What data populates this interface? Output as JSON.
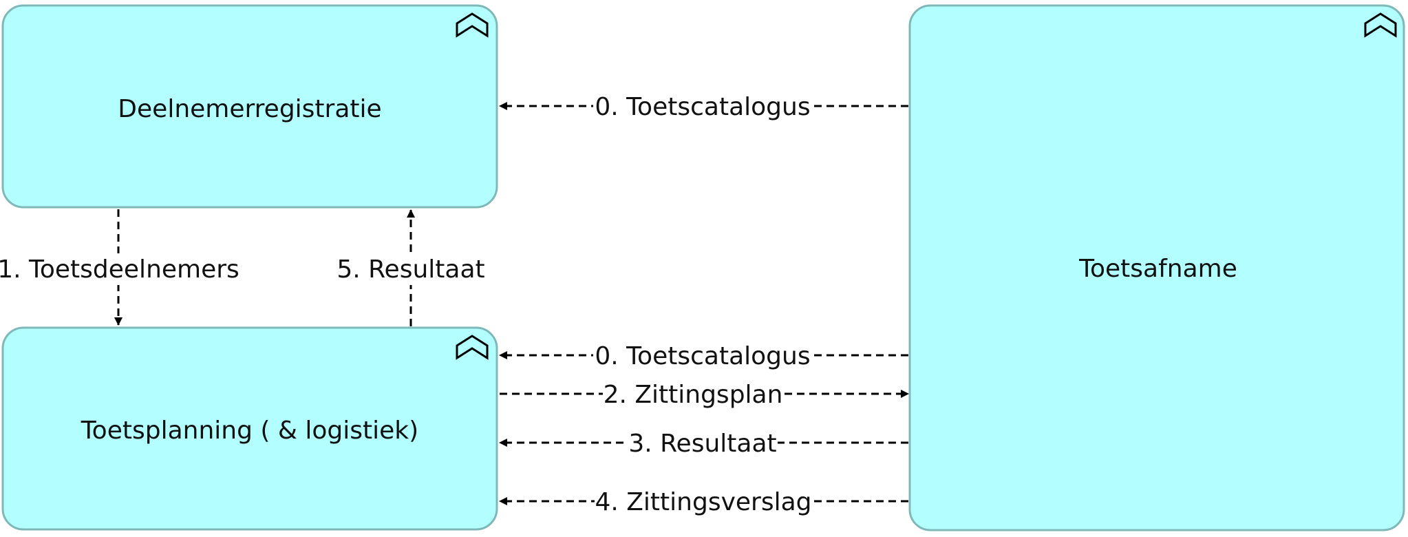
{
  "nodes": {
    "deelnemerregistratie": {
      "label": "Deelnemerregistratie"
    },
    "toetsplanning": {
      "label": "Toetsplanning ( & logistiek)"
    },
    "toetsafname": {
      "label": "Toetsafname"
    }
  },
  "flows": {
    "f0_top": {
      "label": "0. Toetscatalogus"
    },
    "f1": {
      "label": "1. Toetsdeelnemers"
    },
    "f5": {
      "label": "5. Resultaat"
    },
    "f0_bottom": {
      "label": "0. Toetscatalogus"
    },
    "f2": {
      "label": "2. Zittingsplan"
    },
    "f3": {
      "label": "3. Resultaat"
    },
    "f4": {
      "label": "4. Zittingsverslag"
    }
  },
  "colors": {
    "node_fill": "#b3ffff",
    "node_border": "#7fb8b8",
    "line": "#000000"
  },
  "icons": {
    "component_type": "double-chevron-up-icon"
  }
}
